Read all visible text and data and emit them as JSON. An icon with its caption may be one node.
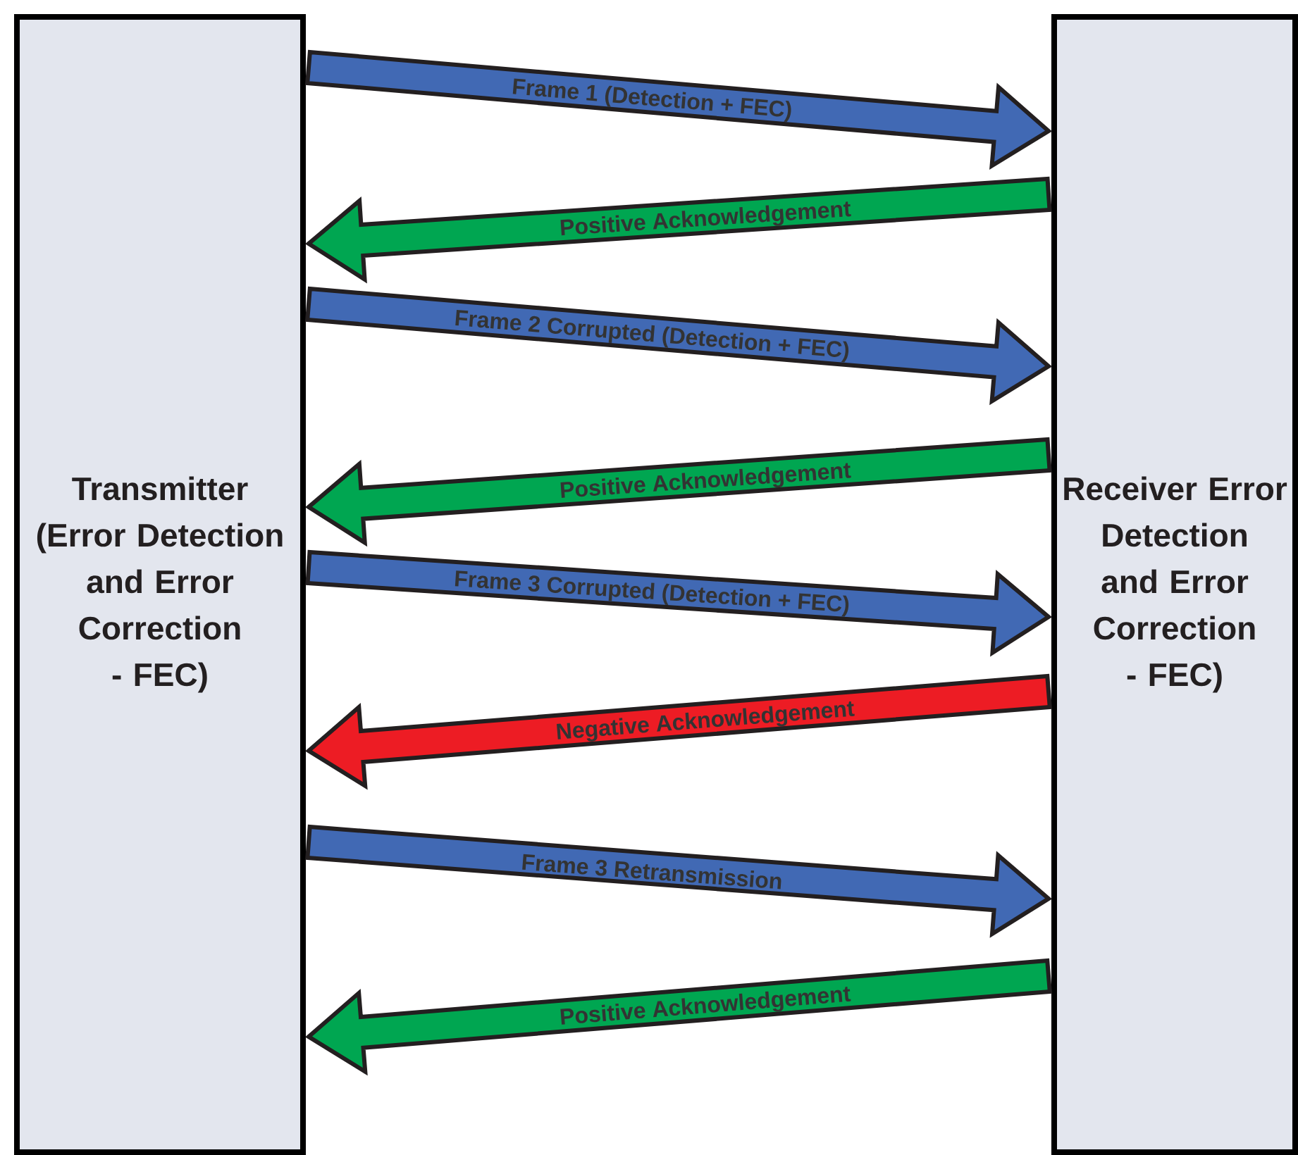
{
  "diagram": {
    "nodes": [
      {
        "text": [
          "Transmitter (Error Detection and Error Correction - FEC)"
        ]
      },
      {
        "text": [
          "Receiver Error Detection and Error Correction - FEC)"
        ]
      }
    ],
    "edges": [
      {
        "from": 0,
        "to": 1,
        "arrow": "to",
        "label": "Frame 1 (Detection + FEC)",
        "color": "#4169b4"
      },
      {
        "from": 1,
        "to": 0,
        "arrow": "to",
        "label": "Positive Acknowledgement",
        "color": "#00a651"
      },
      {
        "from": 0,
        "to": 1,
        "arrow": "to",
        "label": "Frame 2 Corrupted (Detection + FEC)",
        "color": "#4169b4"
      },
      {
        "from": 1,
        "to": 0,
        "arrow": "to",
        "label": "Positive Acknowledgement",
        "color": "#00a651"
      },
      {
        "from": 0,
        "to": 1,
        "arrow": "to",
        "label": "Frame 3 Corrupted (Detection + FEC)",
        "color": "#4169b4"
      },
      {
        "from": 1,
        "to": 0,
        "arrow": "to",
        "label": "Negative Acknowledgement",
        "color": "#ed1c24"
      },
      {
        "from": 0,
        "to": 1,
        "arrow": "to",
        "label": "Frame 3 Retransmission",
        "color": "#4169b4"
      },
      {
        "from": 1,
        "to": 0,
        "arrow": "to",
        "label": "Positive Acknowledgement",
        "color": "#00a651"
      }
    ]
  }
}
